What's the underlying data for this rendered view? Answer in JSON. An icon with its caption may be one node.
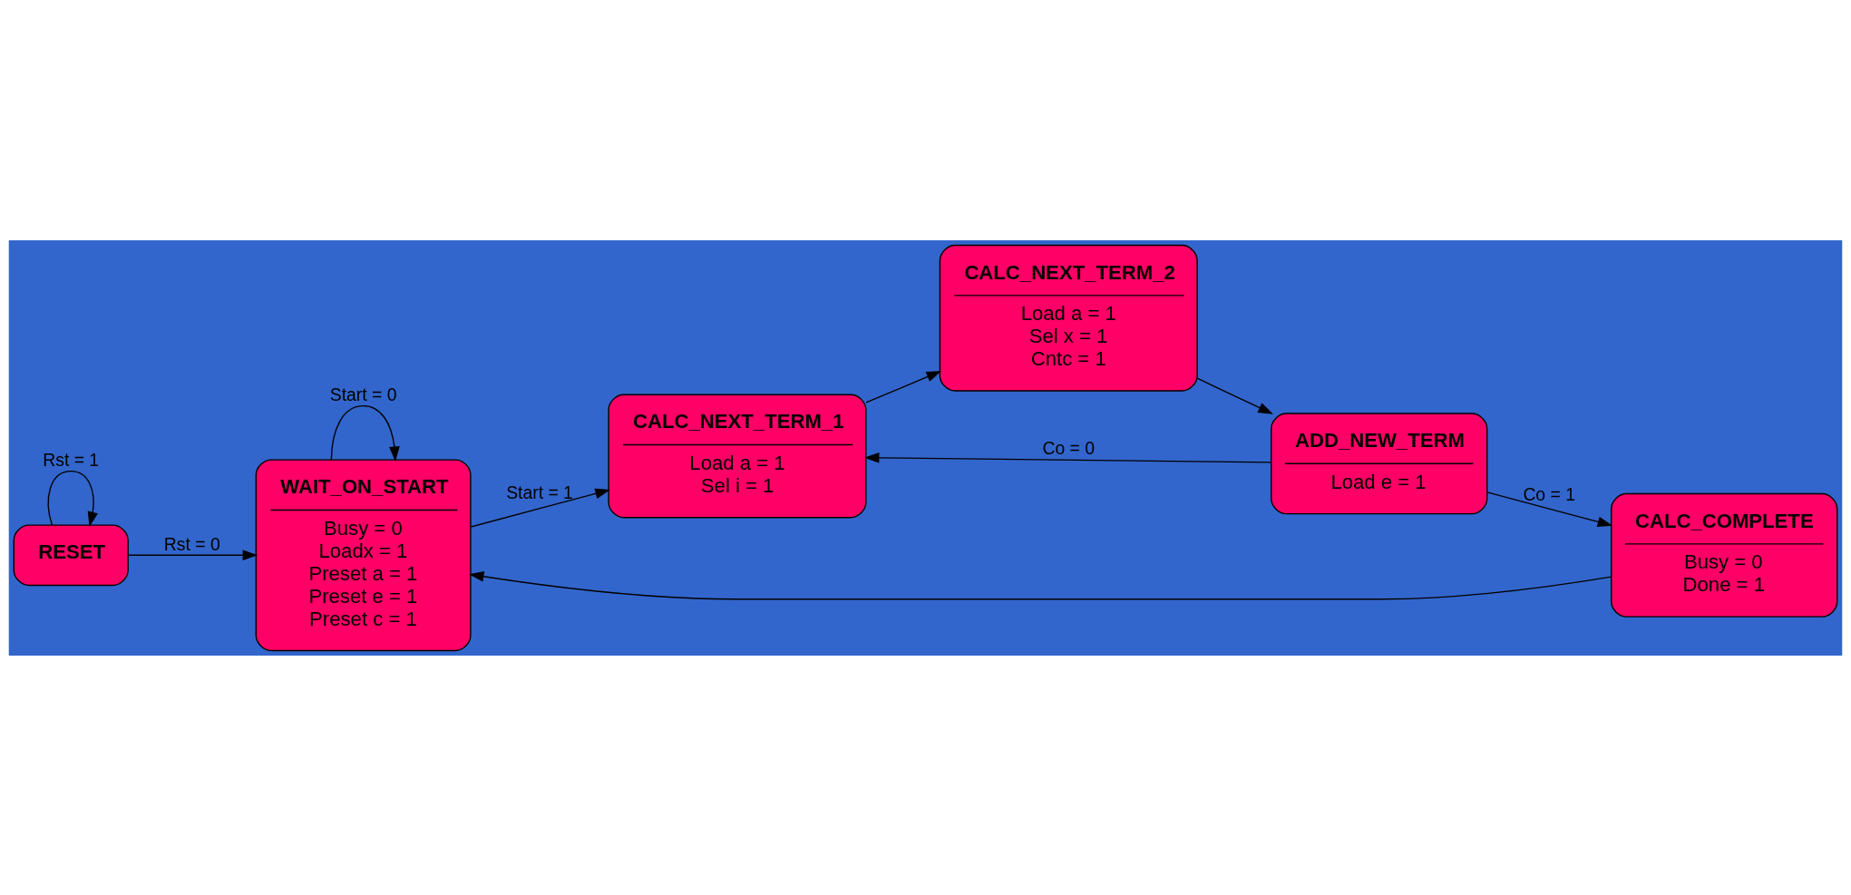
{
  "diagram": {
    "nodes": [
      {
        "text": [
          "RESET"
        ]
      },
      {
        "text": [
          "WAIT_ON_START",
          "Busy = 0",
          "Loadx = 1",
          "Preset a = 1",
          "Preset e = 1",
          "Preset c = 1"
        ]
      },
      {
        "text": [
          "CALC_NEXT_TERM_1",
          "Load a = 1",
          "Sel i = 1"
        ]
      },
      {
        "text": [
          "CALC_NEXT_TERM_2",
          "Load a = 1",
          "Sel x = 1",
          "Cntc = 1"
        ]
      },
      {
        "text": [
          "CALC_COMPLETE",
          "Busy = 0",
          "Done = 1"
        ]
      },
      {
        "text": [
          "ADD_NEW_TERM",
          "Load e = 1"
        ]
      }
    ],
    "edges": [
      {
        "from": 0,
        "to": 0,
        "arrow": "to",
        "label": "Rst = 1"
      },
      {
        "from": 0,
        "to": 1,
        "arrow": "to",
        "label": "Rst = 0"
      },
      {
        "from": 1,
        "to": 1,
        "arrow": "to",
        "label": "Start = 0"
      },
      {
        "from": 1,
        "to": 2,
        "arrow": "to",
        "label": "Start = 1"
      },
      {
        "from": 2,
        "to": 3,
        "arrow": "to"
      },
      {
        "from": 3,
        "to": 5,
        "arrow": "to"
      },
      {
        "from": 5,
        "to": 2,
        "arrow": "to",
        "label": "Co = 0"
      },
      {
        "from": 5,
        "to": 4,
        "arrow": "to",
        "label": "Co = 1"
      },
      {
        "from": 4,
        "to": 1,
        "arrow": "to"
      }
    ]
  }
}
